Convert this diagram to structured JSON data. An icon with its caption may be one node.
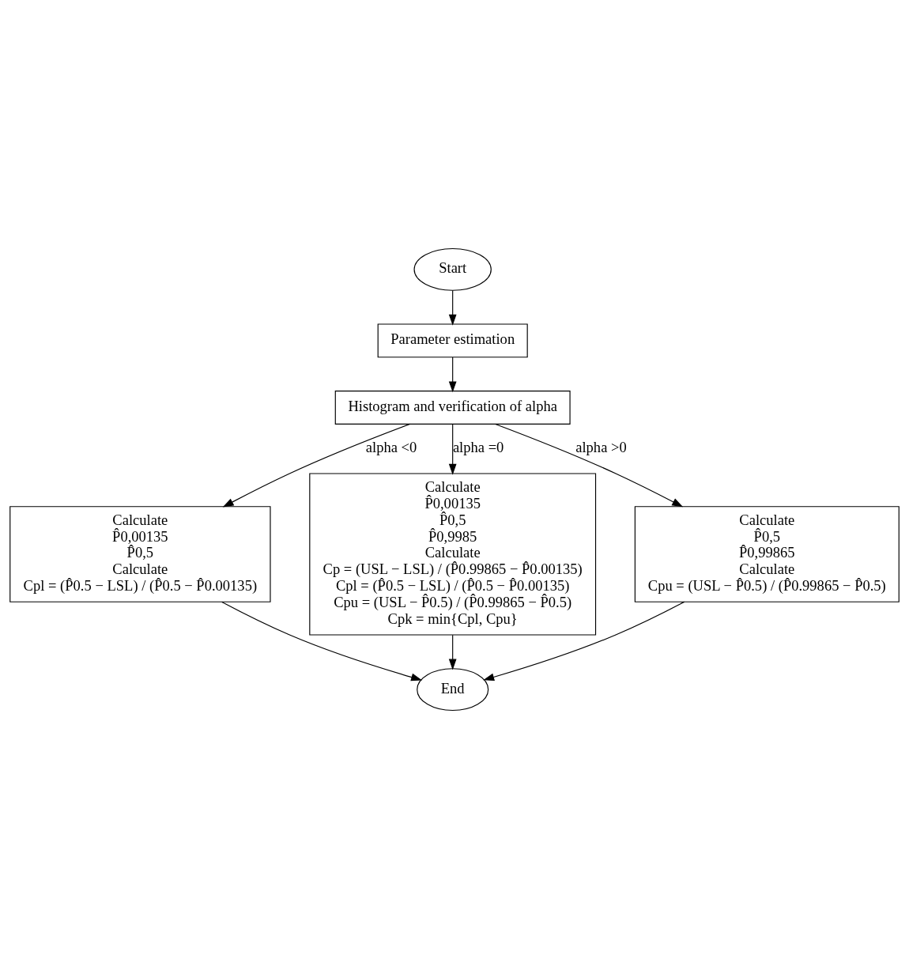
{
  "diagram": {
    "nodes": [
      {
        "text": [
          "Start"
        ]
      },
      {
        "text": [
          "Parameter estimation"
        ]
      },
      {
        "text": [
          "Histogram and verification of alpha"
        ]
      },
      {
        "text": [
          "Calculate",
          "P̂0,00135",
          "P̂0,5",
          "Calculate",
          "Cpl = (P̂0.5 − LSL) / (P̂0.5 − P̂0.00135)"
        ]
      },
      {
        "text": [
          "Calculate",
          "P̂0,00135",
          "P̂0,5",
          "P̂0,9985",
          "Calculate",
          "Cp = (USL − LSL) / (P̂0.99865 − P̂0.00135)",
          "Cpl = (P̂0.5 − LSL) / (P̂0.5 − P̂0.00135)",
          "Cpu = (USL − P̂0.5) / (P̂0.99865 − P̂0.5)",
          "Cpk = min{Cpl, Cpu}"
        ]
      },
      {
        "text": [
          "Calculate",
          "P̂0,5",
          "P̂0,99865",
          "Calculate",
          "Cpu = (USL − P̂0.5) / (P̂0.99865 − P̂0.5)"
        ]
      },
      {
        "text": [
          "End"
        ]
      }
    ],
    "edges": [
      {
        "from": 0,
        "to": 1,
        "arrow": "to"
      },
      {
        "from": 1,
        "to": 2,
        "arrow": "to"
      },
      {
        "from": 2,
        "to": 3,
        "arrow": "to",
        "label": "alpha <0"
      },
      {
        "from": 2,
        "to": 4,
        "arrow": "to",
        "label": "alpha =0"
      },
      {
        "from": 2,
        "to": 5,
        "arrow": "to",
        "label": "alpha >0"
      },
      {
        "from": 3,
        "to": 6,
        "arrow": "to"
      },
      {
        "from": 4,
        "to": 6,
        "arrow": "to"
      },
      {
        "from": 5,
        "to": 6,
        "arrow": "to"
      }
    ]
  }
}
